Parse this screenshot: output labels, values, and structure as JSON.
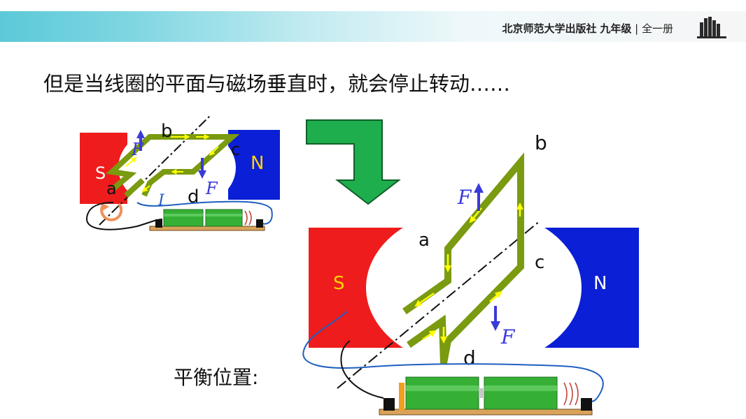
{
  "header": {
    "publisher": "北京师范大学出版社",
    "grade": "九年级",
    "separator": "|",
    "volume": "全一册",
    "logo": "book-stack-icon"
  },
  "title": "但是当线圈的平面与磁场垂直时，就会停止转动……",
  "caption": "平衡位置:",
  "small_diagram": {
    "pole_left": "S",
    "pole_right": "N",
    "labels": {
      "a": "a",
      "b": "b",
      "c": "c",
      "d": "d"
    },
    "force_top": "F",
    "force_bottom": "F",
    "current": "I",
    "rotation_icon": "rotate-arrow-icon"
  },
  "large_diagram": {
    "pole_left": "S",
    "pole_right": "N",
    "labels": {
      "a": "a",
      "b": "b",
      "c": "c",
      "d": "d"
    },
    "force_top": "F",
    "force_bottom": "F"
  },
  "colors": {
    "magnet_s": "#ee1c1c",
    "magnet_n": "#0b1fd6",
    "coil": "#7a9a10",
    "current_arrow": "#ffff00",
    "force_arrow": "#3a3ad9",
    "wire": "#1f5fc0",
    "transition_arrow": "#1fae4e"
  }
}
